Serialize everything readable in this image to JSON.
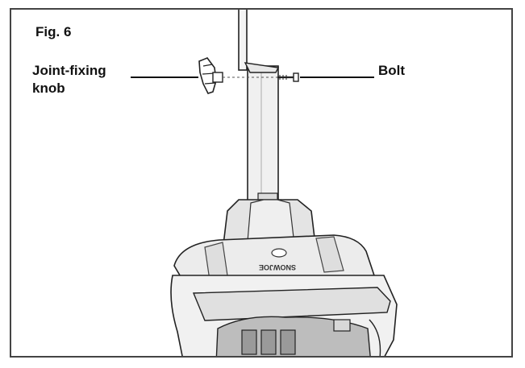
{
  "figure": {
    "title": "Fig. 6",
    "labels": {
      "knob_line1": "Joint-fixing",
      "knob_line2": "knob",
      "bolt": "Bolt"
    },
    "brand_logo": "SNOWJOE",
    "colors": {
      "frame": "#444444",
      "ink": "#111111",
      "body_light": "#ececec",
      "body_mid": "#d8d8d8",
      "body_dark": "#9a9a9a"
    }
  }
}
